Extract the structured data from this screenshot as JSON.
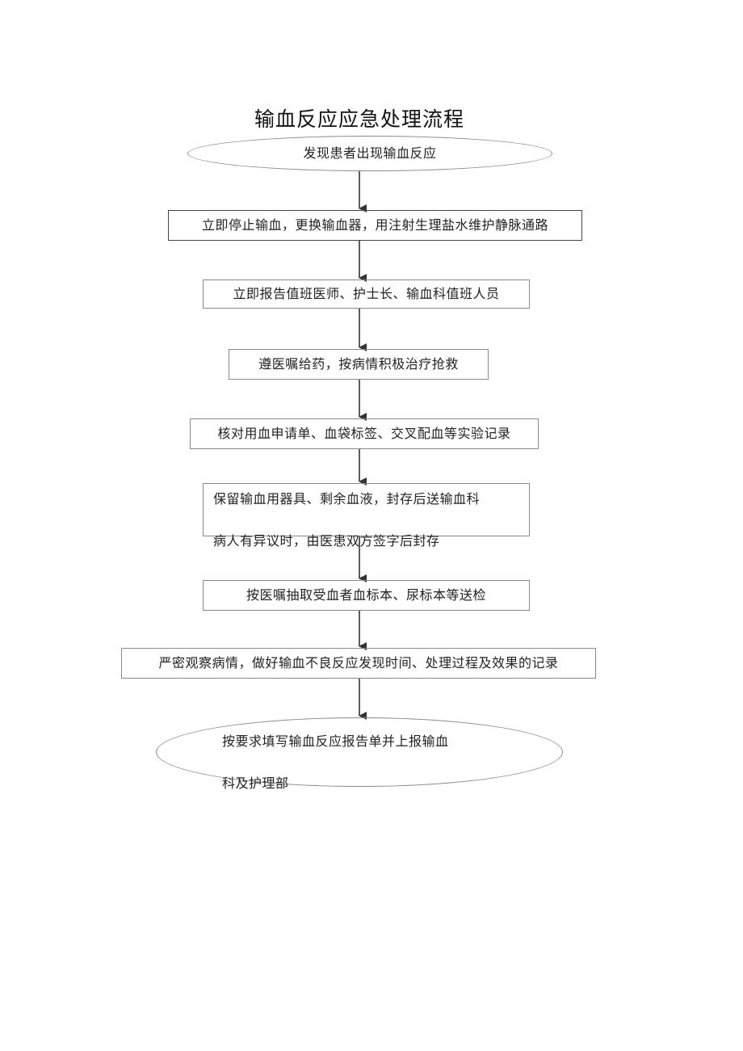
{
  "title": "输血反应应急处理流程",
  "colors": {
    "border": "#8a8a8a",
    "strong_border": "#444444",
    "arrow": "#333333",
    "text": "#222222"
  },
  "nodes": [
    {
      "id": "start",
      "shape": "ellipse",
      "text": "发现患者出现输血反应"
    },
    {
      "id": "step1",
      "shape": "box",
      "text": "立即停止输血，更换输血器，用注射生理盐水维护静脉通路"
    },
    {
      "id": "step2",
      "shape": "box",
      "text": "立即报告值班医师、护士长、输血科值班人员"
    },
    {
      "id": "step3",
      "shape": "box",
      "text": "遵医嘱给药，按病情积极治疗抢救"
    },
    {
      "id": "step4",
      "shape": "box",
      "text": "核对用血申请单、血袋标签、交叉配血等实验记录"
    },
    {
      "id": "step5",
      "shape": "box",
      "lines": [
        "保留输血用器具、剩余血液，封存后送输血科",
        "病人有异议时，由医患双方签字后封存"
      ]
    },
    {
      "id": "step6",
      "shape": "box",
      "text": "按医嘱抽取受血者血标本、尿标本等送检"
    },
    {
      "id": "step7",
      "shape": "box",
      "text": "严密观察病情，做好输血不良反应发现时间、处理过程及效果的记录"
    },
    {
      "id": "end",
      "shape": "ellipse",
      "lines": [
        "按要求填写输血反应报告单并上报输血",
        "科及护理部"
      ]
    }
  ]
}
